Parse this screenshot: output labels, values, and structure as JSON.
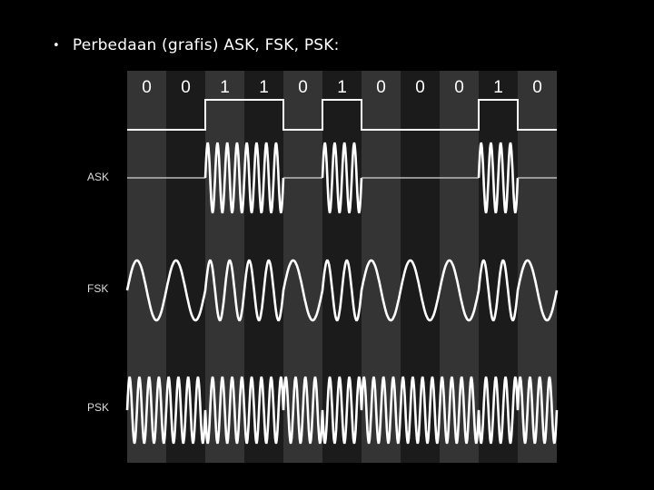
{
  "slide": {
    "bullet": "•",
    "title": "Perbedaan (grafis) ASK, FSK, PSK:"
  },
  "diagram": {
    "bits": [
      "0",
      "0",
      "1",
      "1",
      "0",
      "1",
      "0",
      "0",
      "0",
      "1",
      "0"
    ],
    "row_labels": {
      "ask": "ASK",
      "fsk": "FSK",
      "psk": "PSK"
    },
    "colors": {
      "background": "#000000",
      "stripe_light": "#1b1b1b",
      "stripe_dark": "#343434",
      "wave": "#ffffff",
      "baseline": "#bbbbbb"
    }
  }
}
